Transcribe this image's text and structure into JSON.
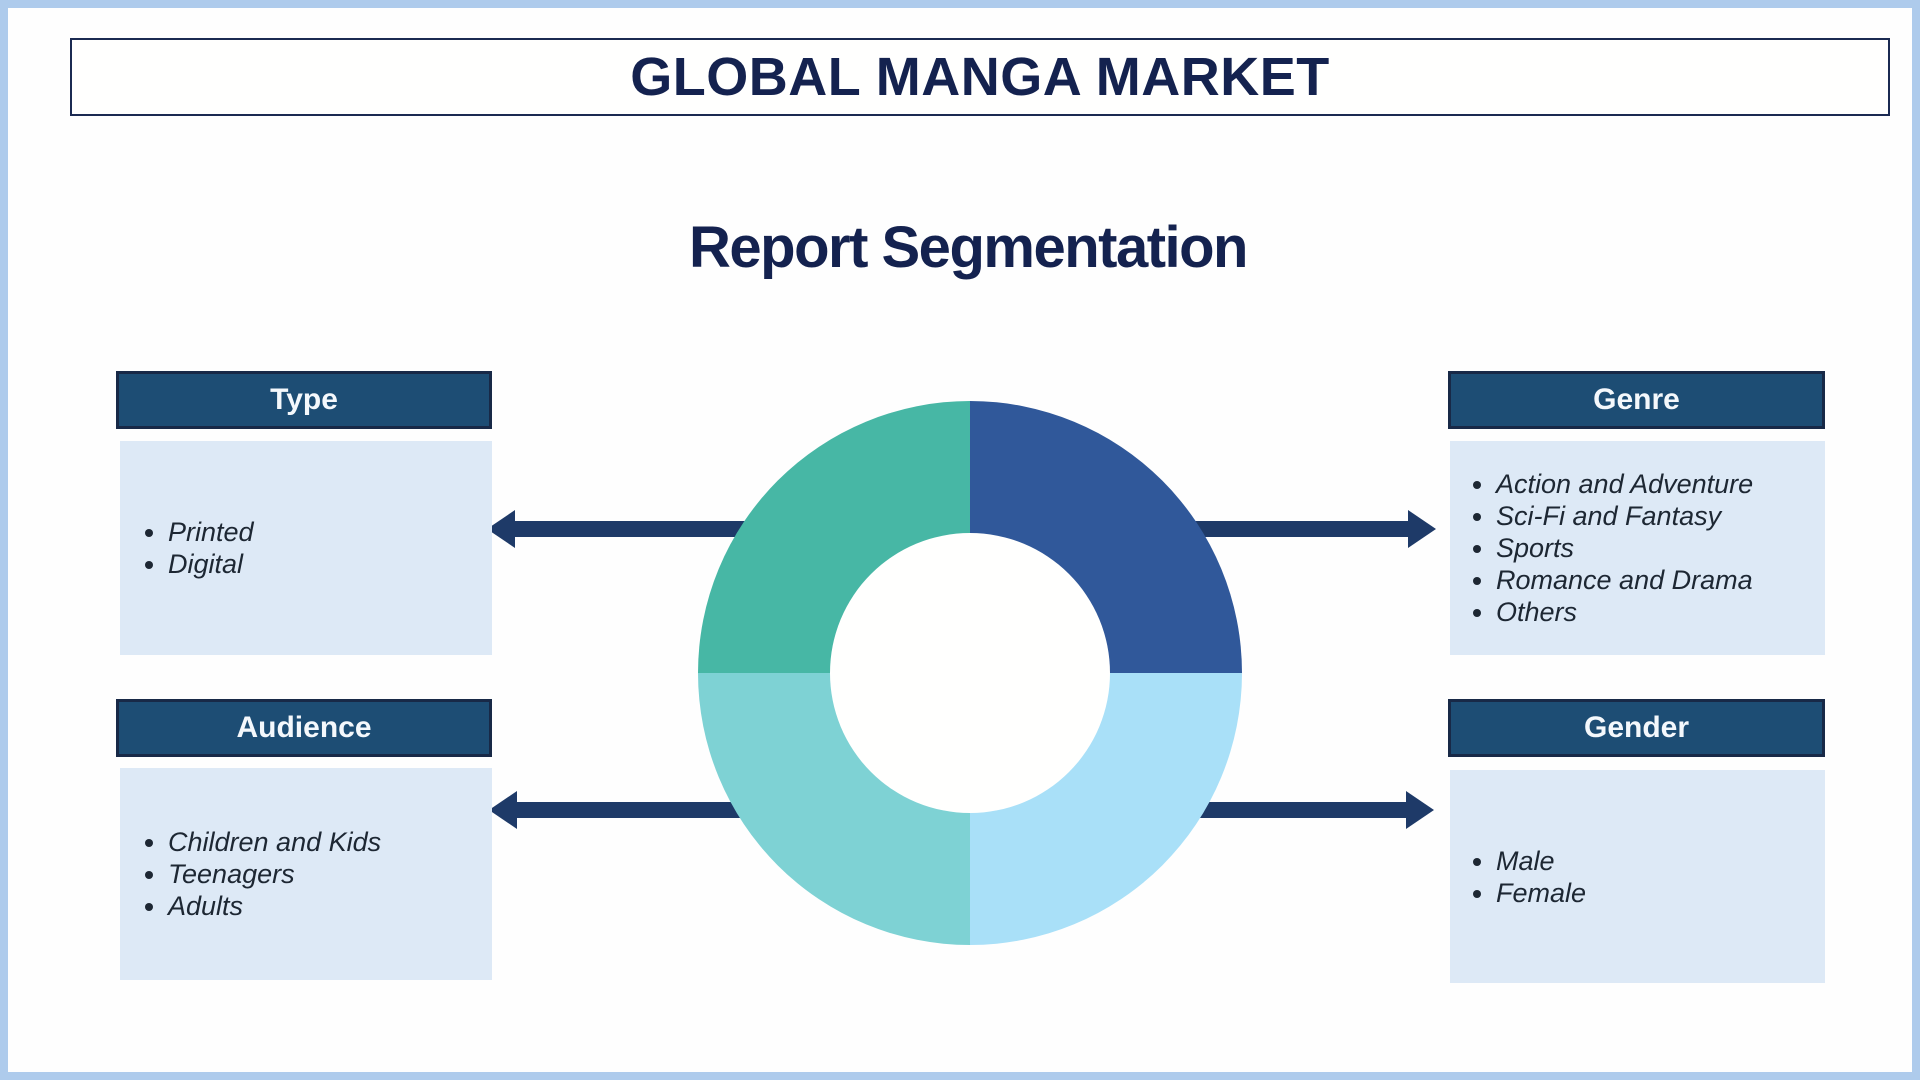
{
  "page": {
    "title": "GLOBAL MANGA MARKET",
    "heading": "Report Segmentation"
  },
  "segments": [
    {
      "id": "type",
      "title": "Type",
      "side": "left-top",
      "items": [
        "Printed",
        "Digital"
      ]
    },
    {
      "id": "genre",
      "title": "Genre",
      "side": "right-top",
      "items": [
        "Action and Adventure",
        "Sci-Fi and Fantasy",
        "Sports",
        "Romance and Drama",
        "Others"
      ]
    },
    {
      "id": "audience",
      "title": "Audience",
      "side": "left-bottom",
      "items": [
        "Children and Kids",
        "Teenagers",
        "Adults"
      ]
    },
    {
      "id": "gender",
      "title": "Gender",
      "side": "right-bottom",
      "items": [
        "Male",
        "Female"
      ]
    }
  ],
  "donut": {
    "type": "donut",
    "equal_quadrants": true,
    "quadrants": [
      {
        "position": "top-right",
        "fraction": 0.25,
        "color": "#30589a"
      },
      {
        "position": "bottom-right",
        "fraction": 0.25,
        "color": "#a9e0f8"
      },
      {
        "position": "bottom-left",
        "fraction": 0.25,
        "color": "#7ed2d4"
      },
      {
        "position": "top-left",
        "fraction": 0.25,
        "color": "#47b7a5"
      }
    ]
  },
  "colors": {
    "pageBorder": "#aecbec",
    "canvasBg": "#fefefe",
    "titleNavy": "#14224f",
    "titleBorder": "#1b2a52",
    "headerBg": "#1d4d74",
    "headerBorder": "#182947",
    "headerText": "#f4f8fc",
    "boxBg": "#dde9f6",
    "arrow": "#1e3a68",
    "itemText": "#1d2733"
  }
}
